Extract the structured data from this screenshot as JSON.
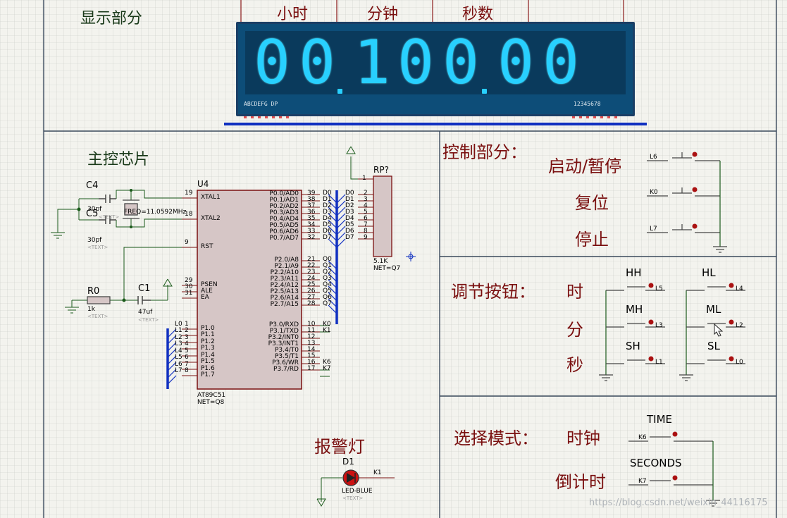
{
  "sections": {
    "display": "显示部分",
    "main_chip": "主控芯片",
    "control": "控制部分：",
    "adjust": "调节按钮：",
    "select_mode": "选择模式：",
    "alarm": "报警灯"
  },
  "display_header": {
    "hours": "小时",
    "minutes": "分钟",
    "seconds": "秒数"
  },
  "seven_seg": {
    "digits": [
      "0",
      "0",
      "1",
      "0",
      "0",
      "0",
      "0"
    ],
    "pin_label_left": "ABCDEFG  DP",
    "pin_label_right": "12345678"
  },
  "controls": {
    "start_pause": "启动/暂停",
    "reset": "复位",
    "stop": "停止"
  },
  "adjust": {
    "hour": "时",
    "minute": "分",
    "second": "秒",
    "HH": "HH",
    "HL": "HL",
    "MH": "MH",
    "ML": "ML",
    "SH": "SH",
    "SL": "SL"
  },
  "mode": {
    "clock": "时钟",
    "countdown": "倒计时",
    "time_label": "TIME",
    "seconds_label": "SECONDS"
  },
  "mcu": {
    "name": "U4",
    "part": "AT89C51",
    "net": "NET=Q8",
    "left_pins": [
      {
        "name": "XTAL1",
        "num": "19"
      },
      {
        "name": "XTAL2",
        "num": "18"
      },
      {
        "name": "RST",
        "num": "9"
      },
      {
        "name": "PSEN",
        "num": "29"
      },
      {
        "name": "ALE",
        "num": "30"
      },
      {
        "name": "EA",
        "num": "31"
      },
      {
        "name": "P1.0",
        "num": "1"
      },
      {
        "name": "P1.1",
        "num": "2"
      },
      {
        "name": "P1.2",
        "num": "3"
      },
      {
        "name": "P1.3",
        "num": "4"
      },
      {
        "name": "P1.4",
        "num": "5"
      },
      {
        "name": "P1.5",
        "num": "6"
      },
      {
        "name": "P1.6",
        "num": "7"
      },
      {
        "name": "P1.7",
        "num": "8"
      }
    ],
    "p0": [
      {
        "name": "P0.0/AD0",
        "num": "39",
        "net": "D0"
      },
      {
        "name": "P0.1/AD1",
        "num": "38",
        "net": "D1"
      },
      {
        "name": "P0.2/AD2",
        "num": "37",
        "net": "D2"
      },
      {
        "name": "P0.3/AD3",
        "num": "36",
        "net": "D3"
      },
      {
        "name": "P0.4/AD4",
        "num": "35",
        "net": "D4"
      },
      {
        "name": "P0.5/AD5",
        "num": "34",
        "net": "D5"
      },
      {
        "name": "P0.6/AD6",
        "num": "33",
        "net": "D6"
      },
      {
        "name": "P0.7/AD7",
        "num": "32",
        "net": "D7"
      }
    ],
    "p2": [
      {
        "name": "P2.0/A8",
        "num": "21",
        "net": "Q0"
      },
      {
        "name": "P2.1/A9",
        "num": "22",
        "net": "Q1"
      },
      {
        "name": "P2.2/A10",
        "num": "23",
        "net": "Q2"
      },
      {
        "name": "P2.3/A11",
        "num": "24",
        "net": "Q3"
      },
      {
        "name": "P2.4/A12",
        "num": "25",
        "net": "Q4"
      },
      {
        "name": "P2.5/A13",
        "num": "26",
        "net": "Q5"
      },
      {
        "name": "P2.6/A14",
        "num": "27",
        "net": "Q6"
      },
      {
        "name": "P2.7/A15",
        "num": "28",
        "net": "Q7"
      }
    ],
    "p3": [
      {
        "name": "P3.0/RXD",
        "num": "10",
        "net": "K0"
      },
      {
        "name": "P3.1/TXD",
        "num": "11",
        "net": "K1"
      },
      {
        "name": "P3.2/INT0",
        "num": "12",
        "net": ""
      },
      {
        "name": "P3.3/INT1",
        "num": "13",
        "net": ""
      },
      {
        "name": "P3.4/T0",
        "num": "14",
        "net": ""
      },
      {
        "name": "P3.5/T1",
        "num": "15",
        "net": ""
      },
      {
        "name": "P3.6/WR",
        "num": "16",
        "net": "K6"
      },
      {
        "name": "P3.7/RD",
        "num": "17",
        "net": "K7"
      }
    ],
    "p1_nets": [
      "L0",
      "L1",
      "L2",
      "L3",
      "L4",
      "L5",
      "L6",
      "L7"
    ]
  },
  "rp": {
    "name": "RP?",
    "value": "5.1K",
    "net": "NET=Q7",
    "pin1": "1",
    "nets": [
      "D0",
      "D1",
      "D2",
      "D3",
      "D4",
      "D5",
      "D6",
      "D7"
    ],
    "nums": [
      "2",
      "3",
      "4",
      "5",
      "6",
      "7",
      "8",
      "9"
    ]
  },
  "components": {
    "c4": "C4",
    "c4_val": "30pf",
    "c5": "C5",
    "c5_val": "30pf",
    "text_tag": "<TEXT>",
    "crystal": "FREQ=11.0592MHz",
    "c1": "C1",
    "c1_val": "47uf",
    "r0": "R0",
    "r0_val": "1k",
    "d1": "D1",
    "led": "LED-BLUE",
    "k1": "K1"
  },
  "button_nets": {
    "start": "L6",
    "reset": "K0",
    "stop": "L7",
    "hh": "L5",
    "hl": "L4",
    "mh": "L3",
    "ml": "L2",
    "sh": "L1",
    "sl": "L0",
    "time": "K6",
    "seconds": "K7"
  },
  "colors": {
    "label_red": "#7a1010",
    "display_bg": "#0d4d78",
    "segment": "#28d0ff",
    "bus_blue": "#1030c0",
    "chip_fill": "#d6c6c6",
    "led_red": "#cc1111"
  },
  "watermark": "https://blog.csdn.net/weixin_44116175"
}
